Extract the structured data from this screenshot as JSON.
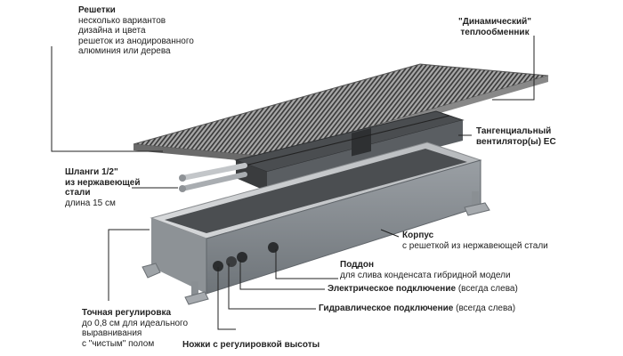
{
  "labels": {
    "grilles": {
      "title": "Решетки",
      "lines": [
        "несколько вариантов",
        "дизайна и цвета",
        "решеток из анодированного",
        "алюминия или дерева"
      ]
    },
    "exchanger": {
      "lines": [
        "\"Динамический\"",
        "теплообменник"
      ]
    },
    "fan": {
      "lines": [
        "Тангенциальный",
        "вентилятор(ы) EC"
      ]
    },
    "hoses": {
      "title_lines": [
        "Шланги 1/2\"",
        "из нержавеющей",
        "стали"
      ],
      "sub": "длина 15 см"
    },
    "body": {
      "title": "Корпус",
      "sub": "с решеткой из нержавеющей стали"
    },
    "tray": {
      "title": "Поддон",
      "sub": "для слива конденсата гибридной модели"
    },
    "electric": {
      "title": "Электрическое подключение",
      "note": "(всегда слева)"
    },
    "hydraulic": {
      "title": "Гидравлическое подключение",
      "note": "(всегда слева)"
    },
    "adjust": {
      "title": "Точная регулировка",
      "lines": [
        "до 0,8 см для идеального",
        "выравнивания",
        "с \"чистым\" полом"
      ]
    },
    "feet": {
      "title": "Ножки с регулировкой высоты"
    }
  }
}
